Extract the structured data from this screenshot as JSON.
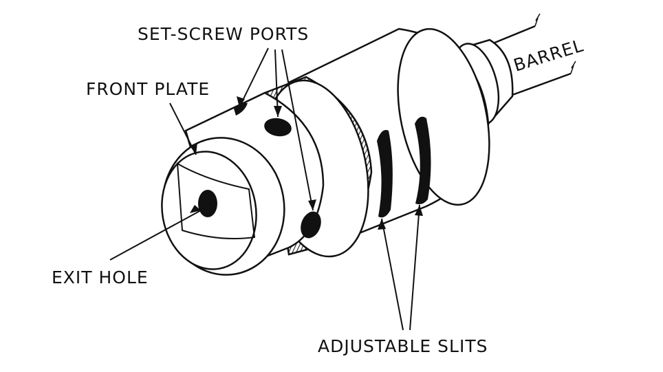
{
  "labels": {
    "set_screw_ports": "SET-SCREW PORTS",
    "front_plate": "FRONT PLATE",
    "barrel": "BARREL",
    "exit_hole": "EXIT HOLE",
    "adjustable_slits": "ADJUSTABLE SLITS"
  },
  "colors": {
    "ink": "#111111",
    "paper": "#ffffff"
  }
}
